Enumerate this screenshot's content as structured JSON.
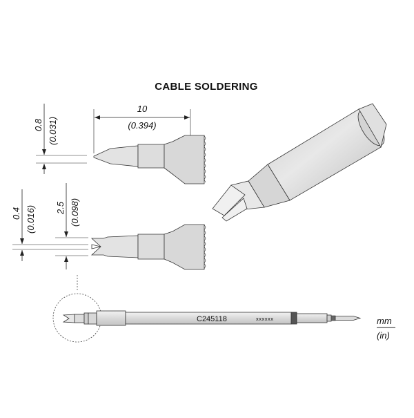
{
  "title": "CABLE SOLDERING",
  "dimensions": {
    "length_mm": "10",
    "length_in": "(0.394)",
    "tip_thickness_mm": "0.8",
    "tip_thickness_in": "(0.031)",
    "slot_width_mm": "0.4",
    "slot_width_in": "(0.016)",
    "tip_width_mm": "2.5",
    "tip_width_in": "(0.098)"
  },
  "cartridge": {
    "model": "C245118",
    "serial": "xxxxxx"
  },
  "units": {
    "primary": "mm",
    "secondary": "(in)"
  },
  "colors": {
    "metal_fill": "#e2e2e2",
    "metal_dark": "#c9c9c9",
    "outline": "#333333"
  }
}
